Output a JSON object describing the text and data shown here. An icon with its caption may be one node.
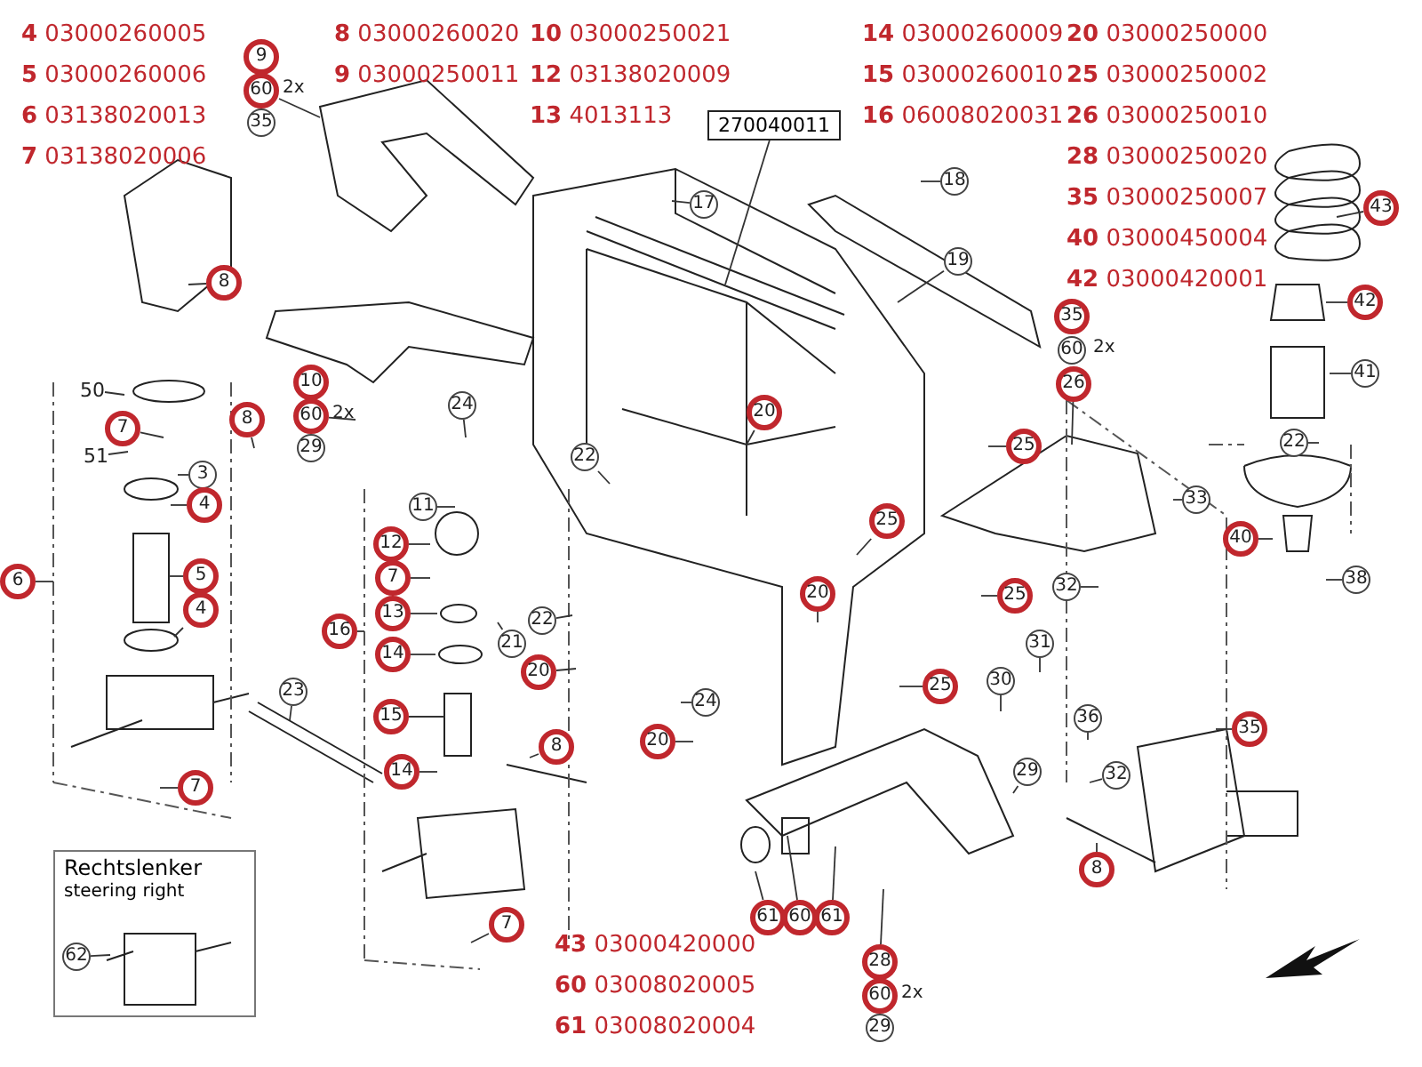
{
  "diagram": {
    "nodes": [
      {
        "text": [
          "9"
        ]
      },
      {
        "text": [
          "60"
        ],
        "beside": [
          "2x"
        ]
      },
      {
        "text": [
          "35"
        ]
      },
      {
        "text": [
          "17"
        ]
      },
      {
        "text": [
          "270040011"
        ]
      },
      {
        "text": [
          "18"
        ]
      },
      {
        "text": [
          "19"
        ]
      },
      {
        "text": [
          "43"
        ]
      },
      {
        "text": [
          "8"
        ]
      },
      {
        "text": [
          "42"
        ]
      },
      {
        "text": [
          "35"
        ]
      },
      {
        "text": [
          "60"
        ],
        "beside": [
          "2x"
        ]
      },
      {
        "text": [
          "26"
        ]
      },
      {
        "text": [
          "41"
        ]
      },
      {
        "text": [
          "50"
        ]
      },
      {
        "text": [
          "10"
        ]
      },
      {
        "text": [
          "60"
        ],
        "beside": [
          "2x"
        ]
      },
      {
        "text": [
          "29"
        ]
      },
      {
        "text": [
          "8"
        ]
      },
      {
        "text": [
          "24"
        ]
      },
      {
        "text": [
          "7"
        ]
      },
      {
        "text": [
          "20"
        ]
      },
      {
        "text": [
          "25"
        ]
      },
      {
        "text": [
          "22"
        ]
      },
      {
        "text": [
          "51"
        ]
      },
      {
        "text": [
          "3"
        ]
      },
      {
        "text": [
          "22"
        ]
      },
      {
        "text": [
          "11"
        ]
      },
      {
        "text": [
          "4"
        ]
      },
      {
        "text": [
          "33"
        ]
      },
      {
        "text": [
          "25"
        ]
      },
      {
        "text": [
          "40"
        ]
      },
      {
        "text": [
          "12"
        ]
      },
      {
        "text": [
          "38"
        ]
      },
      {
        "text": [
          "6"
        ]
      },
      {
        "text": [
          "7"
        ]
      },
      {
        "text": [
          "5"
        ]
      },
      {
        "text": [
          "20"
        ]
      },
      {
        "text": [
          "25"
        ]
      },
      {
        "text": [
          "32"
        ]
      },
      {
        "text": [
          "16"
        ]
      },
      {
        "text": [
          "13"
        ]
      },
      {
        "text": [
          "4"
        ]
      },
      {
        "text": [
          "22"
        ]
      },
      {
        "text": [
          "21"
        ]
      },
      {
        "text": [
          "14"
        ]
      },
      {
        "text": [
          "20"
        ]
      },
      {
        "text": [
          "31"
        ]
      },
      {
        "text": [
          "25"
        ]
      },
      {
        "text": [
          "30"
        ]
      },
      {
        "text": [
          "23"
        ]
      },
      {
        "text": [
          "15"
        ]
      },
      {
        "text": [
          "24"
        ]
      },
      {
        "text": [
          "36"
        ]
      },
      {
        "text": [
          "35"
        ]
      },
      {
        "text": [
          "20"
        ]
      },
      {
        "text": [
          "32"
        ]
      },
      {
        "text": [
          "29"
        ]
      },
      {
        "text": [
          "8"
        ]
      },
      {
        "text": [
          "7"
        ]
      },
      {
        "text": [
          "14"
        ]
      },
      {
        "text": [
          "8"
        ]
      },
      {
        "text": [
          "7"
        ]
      },
      {
        "text": [
          "61"
        ]
      },
      {
        "text": [
          "60"
        ]
      },
      {
        "text": [
          "61"
        ]
      },
      {
        "text": [
          "28"
        ]
      },
      {
        "text": [
          "60"
        ],
        "beside": [
          "2x"
        ]
      },
      {
        "text": [
          "29"
        ]
      },
      {
        "text": [
          "Rechtslenker",
          "steering right"
        ]
      },
      {
        "text": [
          "62"
        ],
        "in": 69
      }
    ],
    "edges": [
      {
        "from": 1,
        "to": null,
        "arrow": "none"
      },
      {
        "from": 3,
        "to": null,
        "arrow": "none"
      },
      {
        "from": 4,
        "to": null,
        "arrow": "none"
      },
      {
        "from": 5,
        "to": null,
        "arrow": "none"
      },
      {
        "from": 6,
        "to": null,
        "arrow": "none"
      },
      {
        "from": 7,
        "to": null,
        "arrow": "none"
      },
      {
        "from": 8,
        "to": null,
        "arrow": "none"
      },
      {
        "from": 9,
        "to": null,
        "arrow": "none"
      },
      {
        "from": 12,
        "to": null,
        "arrow": "none"
      },
      {
        "from": 13,
        "to": null,
        "arrow": "none"
      },
      {
        "from": 14,
        "to": null,
        "arrow": "none"
      },
      {
        "from": 16,
        "to": null,
        "arrow": "none"
      },
      {
        "from": 18,
        "to": null,
        "arrow": "none"
      },
      {
        "from": 19,
        "to": null,
        "arrow": "none"
      },
      {
        "from": 20,
        "to": null,
        "arrow": "none"
      },
      {
        "from": 21,
        "to": null,
        "arrow": "none"
      },
      {
        "from": 22,
        "to": null,
        "arrow": "none"
      },
      {
        "from": 23,
        "to": null,
        "arrow": "none"
      },
      {
        "from": 24,
        "to": null,
        "arrow": "none"
      },
      {
        "from": 25,
        "to": null,
        "arrow": "none"
      },
      {
        "from": 26,
        "to": null,
        "arrow": "none"
      },
      {
        "from": 27,
        "to": null,
        "arrow": "none"
      },
      {
        "from": 28,
        "to": null,
        "arrow": "none"
      },
      {
        "from": 29,
        "to": null,
        "arrow": "none"
      },
      {
        "from": 30,
        "to": null,
        "arrow": "none"
      },
      {
        "from": 31,
        "to": null,
        "arrow": "none"
      },
      {
        "from": 32,
        "to": null,
        "arrow": "none"
      },
      {
        "from": 33,
        "to": null,
        "arrow": "none"
      },
      {
        "from": 34,
        "to": null,
        "arrow": "none"
      },
      {
        "from": 35,
        "to": null,
        "arrow": "none"
      },
      {
        "from": 36,
        "to": null,
        "arrow": "none"
      },
      {
        "from": 37,
        "to": null,
        "arrow": "none"
      },
      {
        "from": 38,
        "to": null,
        "arrow": "none"
      },
      {
        "from": 39,
        "to": null,
        "arrow": "none"
      },
      {
        "from": 40,
        "to": null,
        "arrow": "none"
      },
      {
        "from": 41,
        "to": null,
        "arrow": "none"
      },
      {
        "from": 42,
        "to": null,
        "arrow": "none"
      },
      {
        "from": 43,
        "to": null,
        "arrow": "none"
      },
      {
        "from": 44,
        "to": null,
        "arrow": "none"
      },
      {
        "from": 45,
        "to": null,
        "arrow": "none"
      },
      {
        "from": 46,
        "to": null,
        "arrow": "none"
      },
      {
        "from": 47,
        "to": null,
        "arrow": "none"
      },
      {
        "from": 48,
        "to": null,
        "arrow": "none"
      },
      {
        "from": 49,
        "to": null,
        "arrow": "none"
      },
      {
        "from": 50,
        "to": null,
        "arrow": "none"
      },
      {
        "from": 51,
        "to": null,
        "arrow": "none"
      },
      {
        "from": 52,
        "to": null,
        "arrow": "none"
      },
      {
        "from": 53,
        "to": null,
        "arrow": "none"
      },
      {
        "from": 54,
        "to": null,
        "arrow": "none"
      },
      {
        "from": 55,
        "to": null,
        "arrow": "none"
      },
      {
        "from": 56,
        "to": null,
        "arrow": "none"
      },
      {
        "from": 57,
        "to": null,
        "arrow": "none"
      },
      {
        "from": 58,
        "to": null,
        "arrow": "none"
      },
      {
        "from": 59,
        "to": null,
        "arrow": "none"
      },
      {
        "from": 60,
        "to": null,
        "arrow": "none"
      },
      {
        "from": 61,
        "to": null,
        "arrow": "none"
      },
      {
        "from": 62,
        "to": null,
        "arrow": "none"
      },
      {
        "from": 63,
        "to": null,
        "arrow": "none"
      },
      {
        "from": 64,
        "to": null,
        "arrow": "none"
      },
      {
        "from": 65,
        "to": null,
        "arrow": "none"
      },
      {
        "from": 66,
        "to": null,
        "arrow": "none"
      },
      {
        "from": 70,
        "to": null,
        "arrow": "none"
      }
    ],
    "labels": [
      "**4** 03000260005",
      "**5** 03000260006",
      "**6** 03138020013",
      "**7** 03138020006",
      "**8** 03000260020",
      "**9** 03000250011",
      "**10** 03000250021",
      "**12** 03138020009",
      "**13** 4013113",
      "**14** 03000260009",
      "**15** 03000260010",
      "**16** 06008020031",
      "**20** 03000250000",
      "**25** 03000250002",
      "**26** 03000250010",
      "**28** 03000250020",
      "**35** 03000250007",
      "**40** 03000450004",
      "**42** 03000420001",
      "**43** 03000420000",
      "**60** 03008020005",
      "**61** 03008020004"
    ]
  }
}
